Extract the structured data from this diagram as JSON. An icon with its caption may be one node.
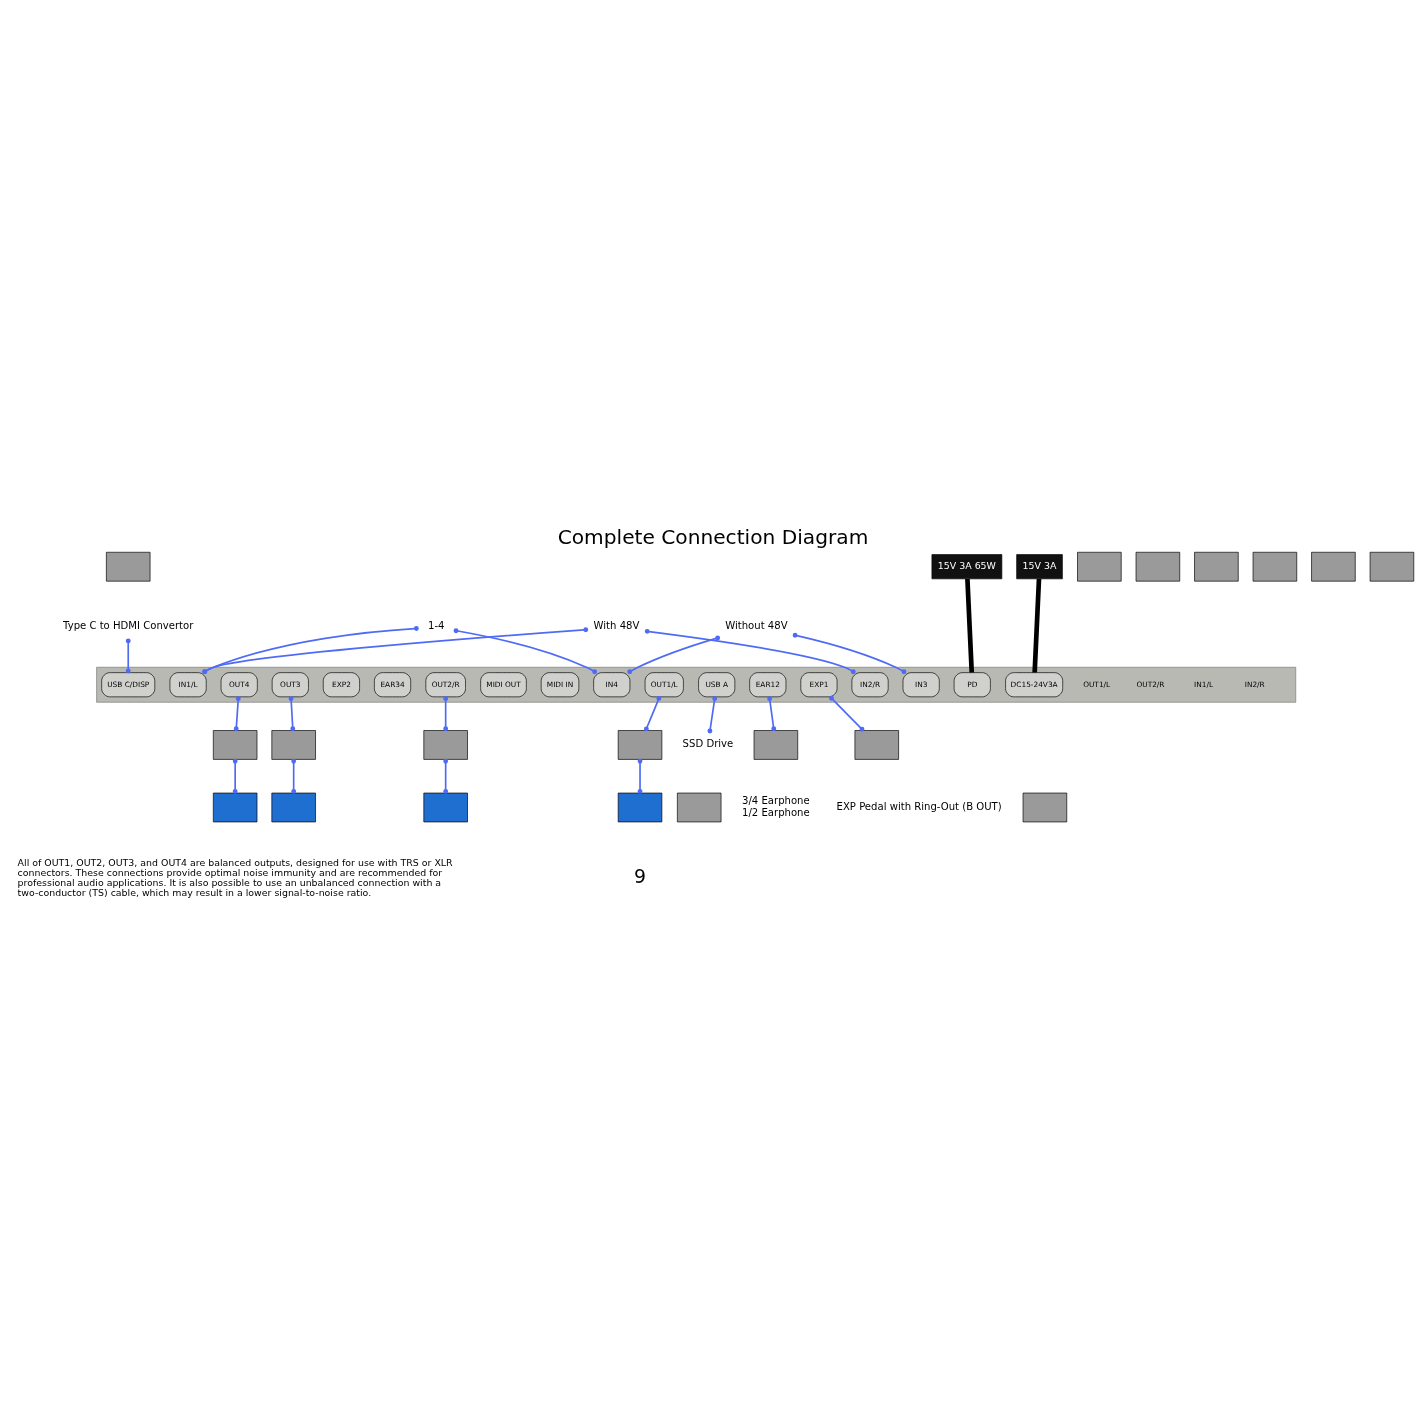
{
  "diagram": {
    "title": "Complete Connection Diagram",
    "caption": "All of OUT1, OUT2, OUT3, and OUT4 are balanced outputs, designed for use with TRS or XLR connectors. These connections provide optimal noise immunity and are recommended for professional audio applications. It is also possible to use an unbalanced connection with a two-conductor (TS) cable, which may result in a lower signal-to-noise ratio.",
    "nodes": [
      {
        "text": [],
        "shape": "box"
      },
      {
        "text": [
          "IN2/R"
        ],
        "in": 0
      },
      {
        "text": [
          "IN1/L"
        ],
        "in": 0
      },
      {
        "text": [
          "IN4"
        ],
        "in": 0
      },
      {
        "text": [
          "IN3"
        ],
        "in": 0
      },
      {
        "text": [
          "OUT4"
        ],
        "in": 0
      },
      {
        "text": [
          "OUT3"
        ],
        "in": 0
      },
      {
        "text": [
          "OUT2/R"
        ],
        "in": 0
      },
      {
        "text": [
          "OUT1/L"
        ],
        "in": 0
      },
      {
        "text": [
          "USB C/DISP"
        ],
        "in": 0
      },
      {
        "text": [
          "MIDI IN"
        ],
        "in": 0
      },
      {
        "text": [
          "MIDI OUT"
        ],
        "in": 0
      },
      {
        "text": [
          "USB A"
        ],
        "in": 0
      },
      {
        "text": [
          "EAR34"
        ],
        "in": 0
      },
      {
        "text": [
          "EXP2"
        ],
        "in": 0
      },
      {
        "text": [
          "EAR12"
        ],
        "in": 0
      },
      {
        "text": [
          "EXP1"
        ],
        "in": 0
      },
      {
        "text": [
          "PD"
        ],
        "in": 0
      },
      {
        "text": [
          "DC15-24V3A"
        ],
        "in": 0
      },
      {
        "text": [],
        "shape": "box"
      },
      {
        "text": [],
        "shape": "box"
      },
      {
        "text": [],
        "shape": "box"
      },
      {
        "text": [],
        "shape": "box"
      },
      {
        "text": [],
        "shape": "box"
      },
      {
        "text": [],
        "shape": "box"
      },
      {
        "text": [],
        "shape": "box"
      },
      {
        "text": [
          "Type C to HDMI Convertor"
        ]
      },
      {
        "text": [
          "1-4"
        ]
      },
      {
        "text": [
          "With 48V"
        ]
      },
      {
        "text": [
          "Without 48V"
        ]
      },
      {
        "text": [
          "15V 3A 65W"
        ]
      },
      {
        "text": [
          "15V 3A"
        ]
      },
      {
        "text": [],
        "shape": "box"
      },
      {
        "text": [],
        "shape": "box"
      },
      {
        "text": [],
        "shape": "box"
      },
      {
        "text": [],
        "shape": "box"
      },
      {
        "text": [],
        "shape": "box"
      },
      {
        "text": [],
        "shape": "box"
      },
      {
        "text": [],
        "shape": "box"
      },
      {
        "text": [],
        "shape": "box"
      },
      {
        "text": [],
        "shape": "box"
      },
      {
        "text": [
          "3/4 Earphone",
          "1/2 Earphone"
        ]
      },
      {
        "text": [],
        "shape": "box"
      },
      {
        "text": [
          "EXP Pedal with Ring-Out (B OUT)"
        ]
      },
      {
        "text": [
          "SSD Drive"
        ]
      },
      {
        "text": [],
        "shape": "box"
      },
      {
        "text": [],
        "shape": "box"
      }
    ],
    "edges": [
      {
        "from": 27,
        "to": 2,
        "arrow": "other"
      },
      {
        "from": 27,
        "to": 3,
        "arrow": "other"
      },
      {
        "from": 28,
        "to": 1,
        "arrow": "other"
      },
      {
        "from": 28,
        "to": 2,
        "arrow": "other"
      },
      {
        "from": 29,
        "to": 3,
        "arrow": "other"
      },
      {
        "from": 29,
        "to": 4,
        "arrow": "other"
      },
      {
        "from": 26,
        "to": 9,
        "arrow": "other"
      },
      {
        "from": 30,
        "to": 17,
        "arrow": "none",
        "style": "thick",
        "color": "#000000"
      },
      {
        "from": 31,
        "to": 18,
        "arrow": "none",
        "style": "thick",
        "color": "#000000"
      },
      {
        "from": 5,
        "to": 32,
        "arrow": "other"
      },
      {
        "from": 6,
        "to": 33,
        "arrow": "other"
      },
      {
        "from": 7,
        "to": 34,
        "arrow": "other"
      },
      {
        "from": 8,
        "to": 35,
        "arrow": "other"
      },
      {
        "from": 12,
        "to": 44,
        "arrow": "other"
      },
      {
        "from": 15,
        "to": 40,
        "arrow": "other"
      },
      {
        "from": 16,
        "to": 42,
        "arrow": "other"
      },
      {
        "from": 32,
        "to": 36,
        "arrow": "other"
      },
      {
        "from": 33,
        "to": 37,
        "arrow": "other"
      },
      {
        "from": 34,
        "to": 38,
        "arrow": "other"
      },
      {
        "from": 35,
        "to": 39,
        "arrow": "other"
      }
    ],
    "labels": [
      "IN2/R",
      "IN1/L",
      "OUT2/R",
      "OUT1/L",
      "9"
    ]
  }
}
